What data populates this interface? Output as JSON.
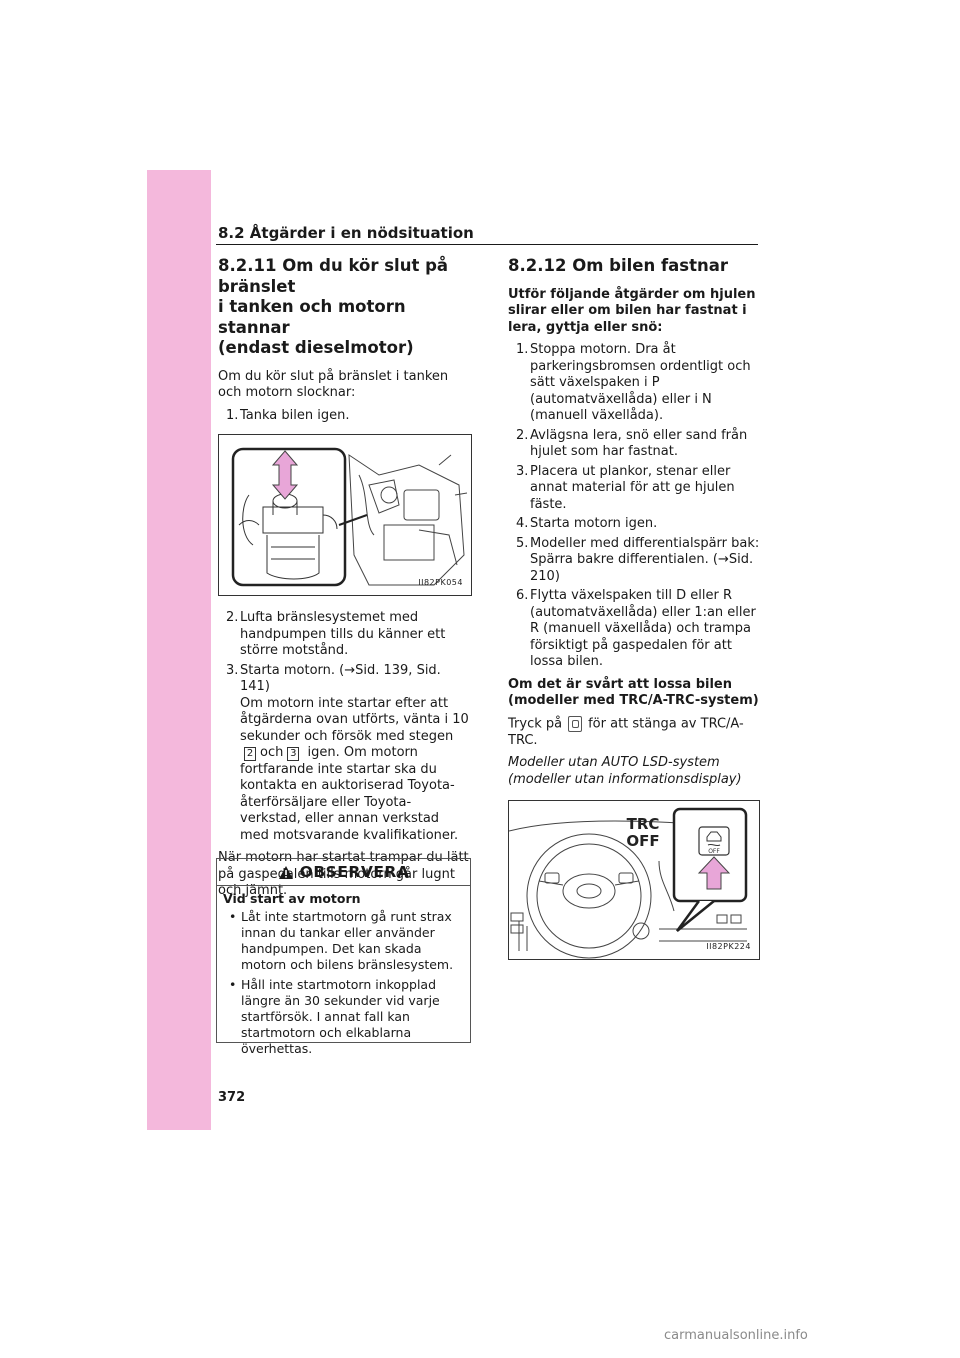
{
  "header": {
    "section": "8.2  Åtgärder i en nödsituation"
  },
  "left": {
    "heading_lines": [
      "8.2.11  Om du kör slut på bränslet",
      "i tanken och motorn stannar",
      "(endast dieselmotor)"
    ],
    "intro": "Om du kör slut på bränslet i tanken och motorn slocknar:",
    "step1": {
      "num": "1.",
      "text": "Tanka bilen igen."
    },
    "figure1_label": "II82PK054",
    "step2": {
      "num": "2.",
      "text": "Lufta bränslesystemet med handpumpen tills du känner ett större motstånd."
    },
    "step3": {
      "num": "3.",
      "text": "Starta motorn. (→Sid. 139, Sid. 141)"
    },
    "step3_cont_a": "Om motorn inte startar efter att åtgärderna ovan utförts, vänta i 10 sekunder och försök med stegen",
    "step_ref_2": "2",
    "och": "och",
    "step_ref_3": "3",
    "step3_cont_b": "igen. Om motorn fortfarande inte startar ska du kontakta en auktoriserad Toyota-återförsäljare eller Toyota-verkstad, eller annan verkstad med motsvarande kvalifikationer.",
    "after_start": "När motorn har startat trampar du lätt på gaspedalen tills motorn går lugnt och jämnt."
  },
  "warning": {
    "title": "OBSERVERA",
    "subtitle": "Vid start av motorn",
    "bullets": [
      "Låt inte startmotorn gå runt strax innan du tankar eller använder handpumpen. Det kan skada motorn och bilens bränslesystem.",
      "Håll inte startmotorn inkopplad längre än 30 sekunder vid varje startförsök. I annat fall kan startmotorn och elkablarna överhettas."
    ]
  },
  "right": {
    "heading": "8.2.12  Om bilen fastnar",
    "lead": "Utför följande åtgärder om hjulen slirar eller om bilen har fastnat i lera, gyttja eller snö:",
    "steps": [
      {
        "num": "1.",
        "text": "Stoppa motorn. Dra åt parkeringsbromsen ordentligt och sätt växelspaken i P (automatväxellåda) eller i N (manuell växellåda)."
      },
      {
        "num": "2.",
        "text": "Avlägsna lera, snö eller sand från hjulet som har fastnat."
      },
      {
        "num": "3.",
        "text": "Placera ut plankor, stenar eller annat material för att ge hjulen fäste."
      },
      {
        "num": "4.",
        "text": "Starta motorn igen."
      },
      {
        "num": "5.",
        "text": "Modeller med differentialspärr bak: Spärra bakre differentialen. (→Sid. 210)"
      },
      {
        "num": "6.",
        "text": "Flytta växelspaken till D eller R (automatväxellåda) eller 1:an eller R (manuell växellåda) och trampa försiktigt på gaspedalen för att lossa bilen."
      }
    ],
    "subheading": "Om det är svårt att lossa bilen (modeller med TRC/A-TRC-system)",
    "press_a": "Tryck på",
    "press_b": "för att stänga av TRC/A-TRC.",
    "italic_note": "Modeller utan AUTO LSD-system (modeller utan informationsdisplay)",
    "figure2_label": "II82PK224",
    "fig2_trc1": "TRC",
    "fig2_trc2": "OFF",
    "fig2_off": "OFF"
  },
  "page_number": "372",
  "footer": "carmanualsonline.info",
  "colors": {
    "sidebar": "#f4b8dc",
    "arrow": "#e8a6d8"
  }
}
